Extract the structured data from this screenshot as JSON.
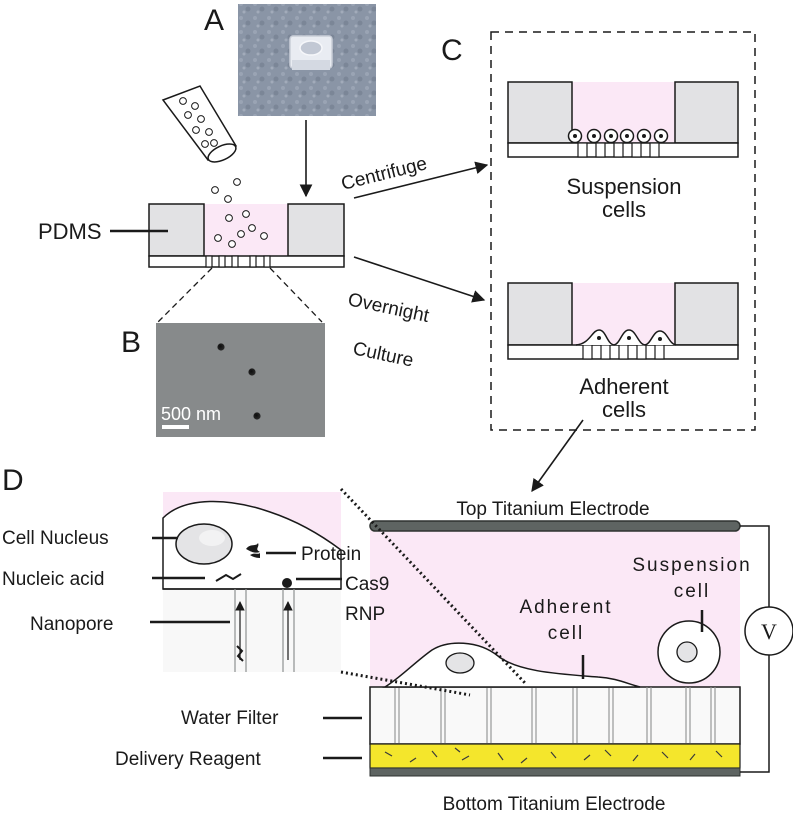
{
  "panels": {
    "a": "A",
    "b": "B",
    "c": "C",
    "d": "D"
  },
  "panel_a": {
    "pdms_label": "PDMS"
  },
  "panel_b": {
    "scale_bar": "500 nm"
  },
  "arrows": {
    "centrifuge": "Centrifuge",
    "overnight_line1": "Overnight",
    "overnight_line2": "Culture"
  },
  "panel_c": {
    "suspension_line1": "Suspension",
    "suspension_line2": "cells",
    "adherent_line1": "Adherent",
    "adherent_line2": "cells"
  },
  "panel_d": {
    "top_electrode": "Top Titanium Electrode",
    "bottom_electrode": "Bottom Titanium Electrode",
    "cell_nucleus": "Cell Nucleus",
    "protein": "Protein",
    "nucleic_acid": "Nucleic acid",
    "cas9_line1": "Cas9",
    "cas9_line2": "RNP",
    "nanopore": "Nanopore",
    "adherent_line1": "Adherent",
    "adherent_line2": "cell",
    "suspension_line1": "Suspension",
    "suspension_line2": "cell",
    "voltmeter": "V",
    "water_filter": "Water Filter",
    "delivery_reagent": "Delivery Reagent"
  },
  "colors": {
    "pdms_block": "#e2e2e4",
    "medium_pink": "#fbe8f6",
    "reagent_yellow": "#f4e62c",
    "electrode_gray": "#5e6462",
    "sem_gray": "#878a8b",
    "photo_bg": "#8a95a6"
  }
}
